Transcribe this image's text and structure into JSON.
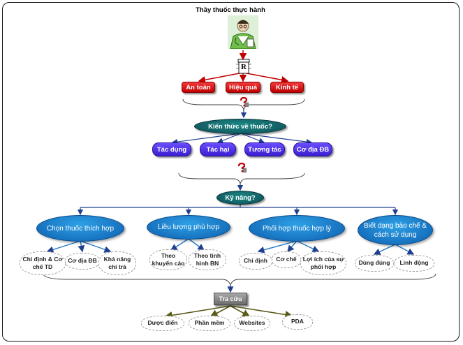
{
  "title": "Thầy thuốc thực hành",
  "criteria": [
    "An toàn",
    "Hiệu quả",
    "Kinh tế"
  ],
  "knowledge": {
    "label": "Kiến thức về thuốc?",
    "items": [
      "Tác dụng",
      "Tác hại",
      "Tương tác",
      "Cơ địa ĐB"
    ]
  },
  "skills": {
    "label": "Kỹ năng?",
    "groups": [
      {
        "label": "Chọn thuốc thích hợp",
        "subs": [
          "Chỉ định & Cơ chế TD",
          "Cơ địa ĐB",
          "Khả năng chi trả"
        ]
      },
      {
        "label": "Liều lượng phù hợp",
        "subs": [
          "Theo khuyến cáo",
          "Theo tình hình BN"
        ]
      },
      {
        "label": "Phối hợp thuốc hợp lý",
        "subs": [
          "Chỉ định",
          "Cơ chế",
          "Lợi ích của sự phối hợp"
        ]
      },
      {
        "label": "Biết dạng bào chế & cách sử dụng",
        "subs": [
          "Dùng đúng",
          "Linh động"
        ]
      }
    ]
  },
  "lookup": {
    "label": "Tra cứu",
    "items": [
      "Dược điển",
      "Phần mềm",
      "Websites",
      "PDA"
    ]
  },
  "rx_symbol": "R",
  "colors": {
    "red": "#d01010",
    "teal": "#0f5a60",
    "purple": "#4a2ee8",
    "blue": "#1478c8",
    "arrow": "#1f3f8f",
    "lookup_arrow": "#5a5a1a"
  },
  "icons": [
    "doctor-icon",
    "prescription-bottle-icon",
    "question-mark-icon",
    "question-mark-icon"
  ]
}
